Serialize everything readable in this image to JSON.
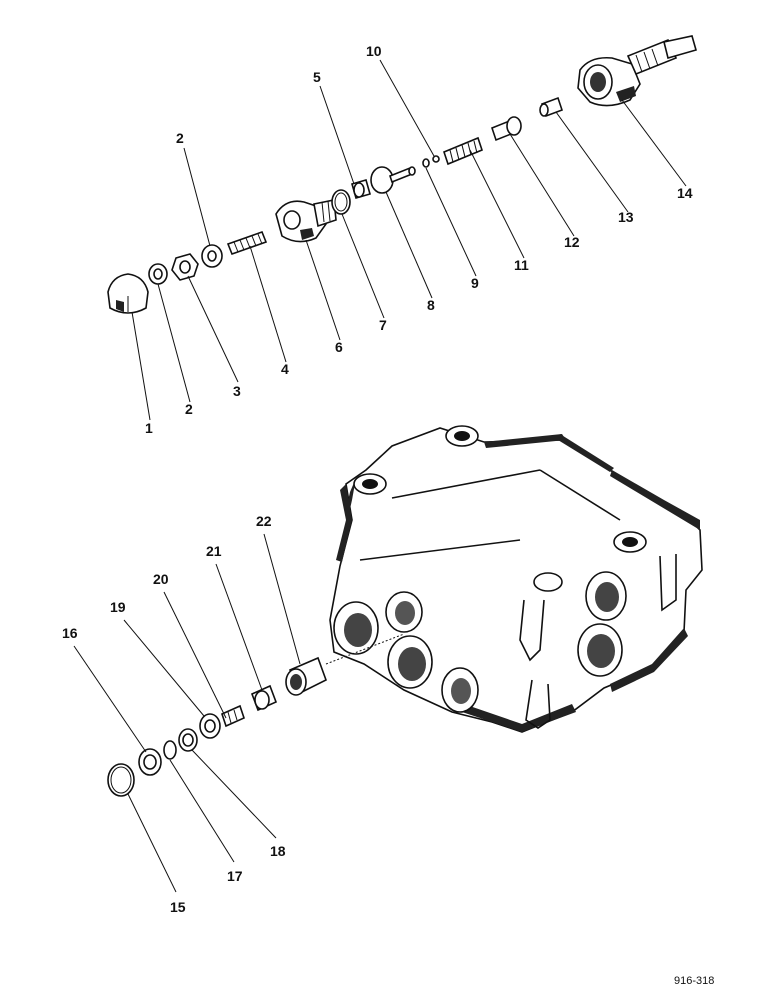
{
  "callouts": {
    "c1": "1",
    "c2a": "2",
    "c2b": "2",
    "c3": "3",
    "c4": "4",
    "c5": "5",
    "c6": "6",
    "c7": "7",
    "c8": "8",
    "c9": "9",
    "c10": "10",
    "c11": "11",
    "c12": "12",
    "c13": "13",
    "c14": "14",
    "c15": "15",
    "c16": "16",
    "c17": "17",
    "c18": "18",
    "c19": "19",
    "c20": "20",
    "c21": "21",
    "c22": "22"
  },
  "figure_ref": "916-318"
}
